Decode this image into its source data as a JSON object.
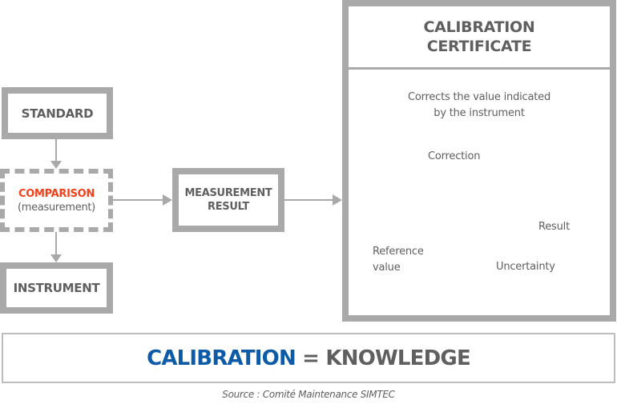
{
  "diagram": {
    "standard": "STANDARD",
    "comparison": {
      "title": "COMPARISON",
      "subtitle": "(measurement)"
    },
    "instrument": "INSTRUMENT",
    "measurement_result": {
      "line1": "MEASUREMENT",
      "line2": "RESULT"
    },
    "certificate": {
      "title_line1": "CALIBRATION",
      "title_line2": "CERTIFICATE",
      "description_line1": "Corrects the value indicated",
      "description_line2": "by the instrument",
      "correction_label": "Correction",
      "reference_line1": "Reference",
      "reference_line2": "value",
      "result_label": "Result",
      "uncertainty_label": "Uncertainty"
    },
    "banner": {
      "left": "CALIBRATION",
      "equals": " = ",
      "right": "KNOWLEDGE"
    },
    "source": "Source : Comité Maintenance SIMTEC"
  },
  "colors": {
    "gray": "#a9a9a9",
    "text": "#5f5f5f",
    "accent_red": "#f0401c",
    "accent_blue": "#0d5aa7"
  }
}
